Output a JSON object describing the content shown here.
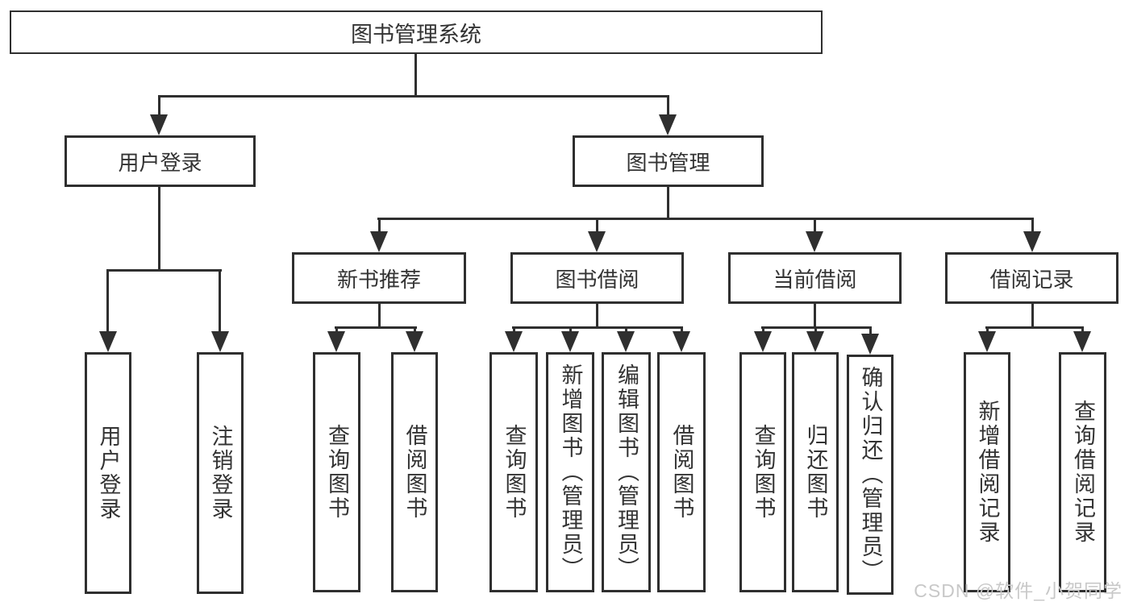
{
  "diagram": {
    "root": {
      "label": "图书管理系统"
    },
    "branches": [
      {
        "label": "用户登录",
        "children": [
          {
            "label": "用户登录"
          },
          {
            "label": "注销登录"
          }
        ]
      },
      {
        "label": "图书管理",
        "children": [
          {
            "label": "新书推荐",
            "children": [
              {
                "label": "查询图书"
              },
              {
                "label": "借阅图书"
              }
            ]
          },
          {
            "label": "图书借阅",
            "children": [
              {
                "label": "查询图书"
              },
              {
                "label": "新增图书（管理员）"
              },
              {
                "label": "编辑图书（管理员）"
              },
              {
                "label": "借阅图书"
              }
            ]
          },
          {
            "label": "当前借阅",
            "children": [
              {
                "label": "查询图书"
              },
              {
                "label": "归还图书"
              },
              {
                "label": "确认归还（管理员）"
              }
            ]
          },
          {
            "label": "借阅记录",
            "children": [
              {
                "label": "新增借阅记录"
              },
              {
                "label": "查询借阅记录"
              }
            ]
          }
        ]
      }
    ]
  },
  "watermark": {
    "text": "CSDN @软件_小贺同学"
  },
  "colors": {
    "line": "#2f2f2f",
    "text": "#333333",
    "watermark": "#c8c8c8",
    "background": "#ffffff"
  }
}
